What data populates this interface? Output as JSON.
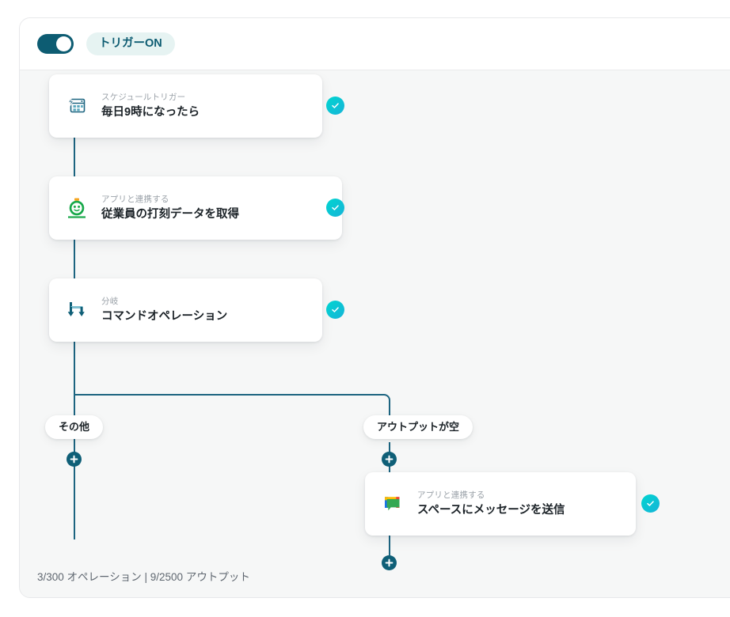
{
  "panel": {
    "header": {
      "toggle": {
        "name": "trigger-toggle",
        "state": "on"
      },
      "trigger_label": "トリガーON"
    },
    "footer": "3/300 オペレーション | 9/2500 アウトプット"
  },
  "nodes": [
    {
      "id": "schedule-trigger",
      "subtitle": "スケジュールトリガー",
      "title": "毎日9時になったら",
      "icon": "calendar-bolt-icon",
      "status": "check-icon"
    },
    {
      "id": "king-of-time",
      "subtitle": "アプリと連携する",
      "title": "従業員の打刻データを取得",
      "icon": "king-of-time-icon",
      "status": "check-icon"
    },
    {
      "id": "command-operation",
      "subtitle": "分岐",
      "title": "コマンドオペレーション",
      "icon": "branch-arrows-icon",
      "status": "check-icon"
    },
    {
      "id": "google-chat",
      "subtitle": "アプリと連携する",
      "title": "スペースにメッセージを送信",
      "icon": "google-chat-icon",
      "status": "check-icon"
    }
  ],
  "branches": [
    {
      "id": "branch-other",
      "label": "その他"
    },
    {
      "id": "branch-empty-output",
      "label": "アウトプットが空"
    }
  ],
  "add_buttons": [
    {
      "id": "add-step-1"
    },
    {
      "id": "add-step-2"
    },
    {
      "id": "add-step-branch-other"
    },
    {
      "id": "add-step-branch-empty"
    },
    {
      "id": "add-step-after-chat"
    }
  ],
  "colors": {
    "accent_dark": "#0d5c72",
    "connector": "#1c6480",
    "check_gradient_from": "#00d5d0",
    "check_gradient_to": "#16b4d8",
    "pill_bg": "#e6f3f2",
    "canvas_bg": "#f6f7f7"
  }
}
